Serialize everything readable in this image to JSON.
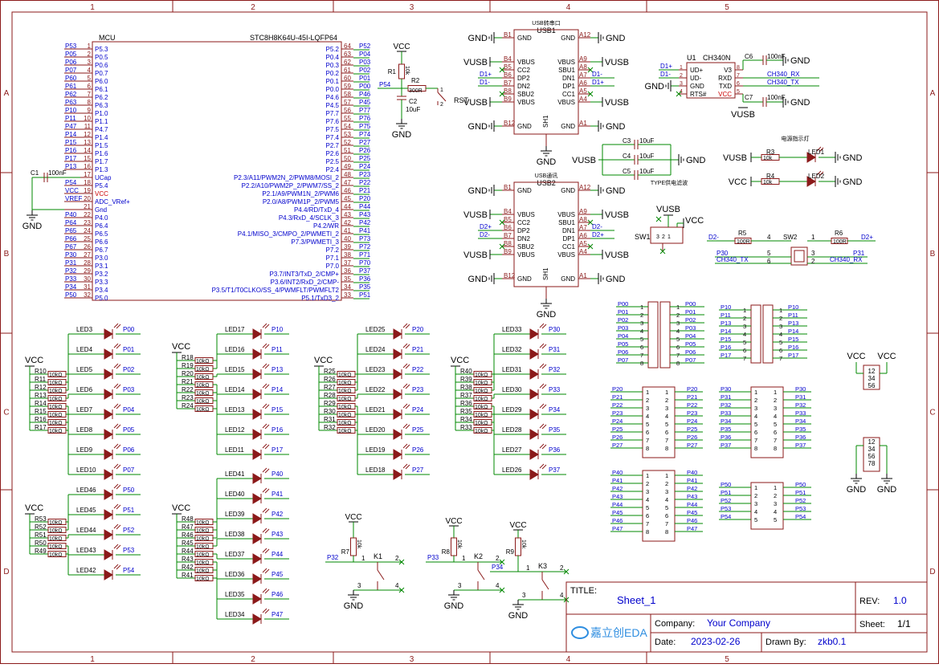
{
  "frame": {
    "columns": [
      "1",
      "2",
      "3",
      "4",
      "5"
    ],
    "rows": [
      "A",
      "B",
      "C",
      "D"
    ]
  },
  "mcu": {
    "title": "MCU",
    "part": "STC8H8K64U-45I-LQFP64",
    "left_pins": [
      {
        "net": "P53",
        "num": "1",
        "name": "P5.3"
      },
      {
        "net": "P05",
        "num": "2",
        "name": "P0.5"
      },
      {
        "net": "P06",
        "num": "3",
        "name": "P0.6"
      },
      {
        "net": "P07",
        "num": "4",
        "name": "P0.7"
      },
      {
        "net": "P60",
        "num": "5",
        "name": "P6.0"
      },
      {
        "net": "P61",
        "num": "6",
        "name": "P6.1"
      },
      {
        "net": "P62",
        "num": "7",
        "name": "P6.2"
      },
      {
        "net": "P63",
        "num": "8",
        "name": "P6.3"
      },
      {
        "net": "P10",
        "num": "9",
        "name": "P1.0"
      },
      {
        "net": "P11",
        "num": "10",
        "name": "P1.1"
      },
      {
        "net": "P47",
        "num": "11",
        "name": "P4.7"
      },
      {
        "net": "P14",
        "num": "12",
        "name": "P1.4"
      },
      {
        "net": "P15",
        "num": "13",
        "name": "P1.5"
      },
      {
        "net": "P16",
        "num": "14",
        "name": "P1.6"
      },
      {
        "net": "P17",
        "num": "15",
        "name": "P1.7"
      },
      {
        "net": "P13",
        "num": "16",
        "name": "P1.3"
      },
      {
        "net": "P54",
        "num": "18",
        "name": "P5.4"
      },
      {
        "net": "VCC",
        "num": "19",
        "name": "VCC"
      },
      {
        "net": "VREF",
        "num": "20",
        "name": "ADC_VRef+"
      },
      {
        "net": "",
        "num": "21",
        "name": "Gnd"
      },
      {
        "net": "P40",
        "num": "22",
        "name": "P4.0"
      },
      {
        "net": "P64",
        "num": "23",
        "name": "P6.4"
      },
      {
        "net": "P65",
        "num": "24",
        "name": "P6.5"
      },
      {
        "net": "P66",
        "num": "25",
        "name": "P6.6"
      },
      {
        "net": "P67",
        "num": "26",
        "name": "P6.7"
      },
      {
        "net": "P30",
        "num": "27",
        "name": "P3.0"
      },
      {
        "net": "P31",
        "num": "28",
        "name": "P3.1"
      },
      {
        "net": "P32",
        "num": "29",
        "name": "P3.2"
      },
      {
        "net": "P33",
        "num": "30",
        "name": "P3.3"
      },
      {
        "net": "P34",
        "num": "31",
        "name": "P3.4"
      },
      {
        "net": "P50",
        "num": "32",
        "name": "P5.0"
      }
    ],
    "ucap_pin": {
      "num": "17",
      "name": "UCap"
    },
    "right_pins": [
      {
        "net": "P52",
        "num": "64",
        "name": "P5.2"
      },
      {
        "net": "P04",
        "num": "63",
        "name": "P0.4"
      },
      {
        "net": "P03",
        "num": "62",
        "name": "P0.3"
      },
      {
        "net": "P02",
        "num": "61",
        "name": "P0.2"
      },
      {
        "net": "P01",
        "num": "60",
        "name": "P0.1"
      },
      {
        "net": "P00",
        "num": "59",
        "name": "P0.0"
      },
      {
        "net": "P46",
        "num": "58",
        "name": "P4.6"
      },
      {
        "net": "P45",
        "num": "57",
        "name": "P4.5"
      },
      {
        "net": "P77",
        "num": "56",
        "name": "P7.7"
      },
      {
        "net": "P76",
        "num": "55",
        "name": "P7.6"
      },
      {
        "net": "P75",
        "num": "54",
        "name": "P7.5"
      },
      {
        "net": "P74",
        "num": "53",
        "name": "P7.4"
      },
      {
        "net": "P27",
        "num": "52",
        "name": "P2.7"
      },
      {
        "net": "P26",
        "num": "51",
        "name": "P2.6"
      },
      {
        "net": "P25",
        "num": "50",
        "name": "P2.5"
      },
      {
        "net": "P24",
        "num": "49",
        "name": "P2.4"
      },
      {
        "net": "P23",
        "num": "48",
        "name": "P2.3/A11/PWM2N_2/PWM8/MOSI_2"
      },
      {
        "net": "P22",
        "num": "47",
        "name": "P2.2/A10/PWM2P_2/PWM7/SS_2"
      },
      {
        "net": "P21",
        "num": "46",
        "name": "P2.1/A9/PWM1N_2/PWM6"
      },
      {
        "net": "P20",
        "num": "45",
        "name": "P2.0/A8/PWM1P_2/PWM5"
      },
      {
        "net": "P44",
        "num": "44",
        "name": "P4.4/RD/TxD_4"
      },
      {
        "net": "P43",
        "num": "43",
        "name": "P4.3/RxD_4/SCLK_3"
      },
      {
        "net": "P42",
        "num": "42",
        "name": "P4.2/WR"
      },
      {
        "net": "P41",
        "num": "41",
        "name": "P4.1/MISO_3/CMPO_2/PWMETI_2"
      },
      {
        "net": "P73",
        "num": "40",
        "name": "P7.3/PWMETI_3"
      },
      {
        "net": "P72",
        "num": "39",
        "name": "P7.2"
      },
      {
        "net": "P71",
        "num": "38",
        "name": "P7.1"
      },
      {
        "net": "P70",
        "num": "37",
        "name": "P7.0"
      },
      {
        "net": "P37",
        "num": "36",
        "name": "P3.7/INT3/TxD_2/CMP+"
      },
      {
        "net": "P36",
        "num": "35",
        "name": "P3.6/INT2/RxD_2/CMP-"
      },
      {
        "net": "P35",
        "num": "34",
        "name": "P3.5/T1/T0CLKO/SS_4/PWMFLT/PWMFLT2"
      },
      {
        "net": "P51",
        "num": "33",
        "name": "P5.1/TxD3_2"
      }
    ],
    "c1": {
      "ref": "C1",
      "value": "100nF"
    },
    "gnd": "GND"
  },
  "reset": {
    "vcc": "VCC",
    "r1": "R1",
    "r1_val": "10k",
    "r2": "R2",
    "r2_val": "300R",
    "c2": "C2",
    "c2_val": "10uF",
    "net": "P54",
    "sw_label": "RST",
    "pin1": "1",
    "pin2": "2",
    "gnd": "GND"
  },
  "usb1": {
    "caption": "USB转串口",
    "ref": "USB1",
    "sh": "SH1",
    "gnd": "GND",
    "left": [
      {
        "num": "B1",
        "name": "GND",
        "net": "GND"
      },
      {
        "num": "B4",
        "name": "VBUS",
        "net": "VUSB"
      },
      {
        "num": "B5",
        "name": "CC2",
        "net": ""
      },
      {
        "num": "B6",
        "name": "DP2",
        "net": "D1+"
      },
      {
        "num": "B7",
        "name": "DN2",
        "net": "D1-"
      },
      {
        "num": "B8",
        "name": "SBU2",
        "net": ""
      },
      {
        "num": "B9",
        "name": "VBUS",
        "net": "VUSB"
      },
      {
        "num": "B12",
        "name": "GND",
        "net": "GND"
      }
    ],
    "right": [
      {
        "num": "A12",
        "name": "GND",
        "net": "GND"
      },
      {
        "num": "A9",
        "name": "VBUS",
        "net": "VUSB"
      },
      {
        "num": "A8",
        "name": "SBU1",
        "net": ""
      },
      {
        "num": "A7",
        "name": "DN1",
        "net": "D1-"
      },
      {
        "num": "A6",
        "name": "DP1",
        "net": "D1+"
      },
      {
        "num": "A5",
        "name": "CC1",
        "net": ""
      },
      {
        "num": "A4",
        "name": "VBUS",
        "net": "VUSB"
      },
      {
        "num": "A1",
        "name": "GND",
        "net": "GND"
      }
    ]
  },
  "usb2": {
    "caption": "USB通讯",
    "ref": "USB2",
    "sh": "SH1",
    "gnd": "GND",
    "left": [
      {
        "num": "B1",
        "name": "GND",
        "net": "GND"
      },
      {
        "num": "B4",
        "name": "VBUS",
        "net": "VUSB"
      },
      {
        "num": "B5",
        "name": "CC2",
        "net": ""
      },
      {
        "num": "B6",
        "name": "DP2",
        "net": "D2+"
      },
      {
        "num": "B7",
        "name": "DN2",
        "net": "D2-"
      },
      {
        "num": "B8",
        "name": "SBU2",
        "net": ""
      },
      {
        "num": "B9",
        "name": "VBUS",
        "net": "VUSB"
      },
      {
        "num": "B12",
        "name": "GND",
        "net": "GND"
      }
    ],
    "right": [
      {
        "num": "A12",
        "name": "GND",
        "net": "GND"
      },
      {
        "num": "A9",
        "name": "VBUS",
        "net": "VUSB"
      },
      {
        "num": "A8",
        "name": "SBU1",
        "net": ""
      },
      {
        "num": "A7",
        "name": "DN1",
        "net": "D2-"
      },
      {
        "num": "A6",
        "name": "DP1",
        "net": "D2+"
      },
      {
        "num": "A5",
        "name": "CC1",
        "net": ""
      },
      {
        "num": "A4",
        "name": "VBUS",
        "net": "VUSB"
      },
      {
        "num": "A1",
        "name": "GND",
        "net": "GND"
      }
    ]
  },
  "ch340": {
    "ref": "U1",
    "part": "CH340N",
    "gnd": "GND",
    "left": [
      {
        "num": "1",
        "name": "UD+",
        "net": "D1+"
      },
      {
        "num": "2",
        "name": "UD-",
        "net": "D1-"
      },
      {
        "num": "3",
        "name": "GND",
        "net": "GND"
      },
      {
        "num": "4",
        "name": "RTS#",
        "net": ""
      }
    ],
    "right": [
      {
        "num": "8",
        "name": "V3",
        "net": ""
      },
      {
        "num": "7",
        "name": "RXD",
        "net": "CH340_RX"
      },
      {
        "num": "6",
        "name": "TXD",
        "net": "CH340_TX"
      },
      {
        "num": "5",
        "name": "VCC",
        "net": ""
      }
    ],
    "c6": "C6",
    "c6_val": "100nF",
    "c7": "C7",
    "c7_val": "100nF",
    "vusb": "VUSB"
  },
  "filter": {
    "caption": "TYPE供电滤波",
    "vusb": "VUSB",
    "gnd": "GND",
    "caps": [
      {
        "ref": "C3",
        "val": "10uF"
      },
      {
        "ref": "C4",
        "val": "10uF"
      },
      {
        "ref": "C5",
        "val": "10uF"
      }
    ]
  },
  "power_led": {
    "caption": "电源指示灯",
    "gnd": "GND",
    "rows": [
      {
        "src": "VUSB",
        "r": "R3",
        "rv": "10k",
        "led": "LED1"
      },
      {
        "src": "VCC",
        "r": "R4",
        "rv": "10k",
        "led": "LED2"
      }
    ]
  },
  "sw1": {
    "ref": "SW1",
    "vusb": "VUSB",
    "vcc": "VCC",
    "pins": [
      "3",
      "2",
      "1"
    ]
  },
  "sw2": {
    "ref": "SW2",
    "r5": "R5",
    "r5v": "100R",
    "r6": "R6",
    "r6v": "100R",
    "d_left": "D2-",
    "d_right": "D2+",
    "p30": "P30",
    "p31": "P31",
    "tx": "CH340_TX",
    "rx": "CH340_RX",
    "pins": [
      "4",
      "1",
      "5",
      "6",
      "3",
      "2"
    ]
  },
  "led_groups": [
    {
      "vcc": "VCC",
      "res": [
        "R10",
        "R11",
        "R12",
        "R13",
        "R14",
        "R15",
        "R16",
        "R17"
      ],
      "leds": [
        "LED3",
        "LED4",
        "LED5",
        "LED6",
        "LED7",
        "LED8",
        "LED9",
        "LED10"
      ],
      "nets": [
        "P00",
        "P01",
        "P02",
        "P03",
        "P04",
        "P05",
        "P06",
        "P07"
      ]
    },
    {
      "vcc": "VCC",
      "res": [
        "R18",
        "R19",
        "R20",
        "R21",
        "R22",
        "R23",
        "R24"
      ],
      "leds": [
        "LED17",
        "LED16",
        "LED15",
        "LED14",
        "LED13",
        "LED12",
        "LED11"
      ],
      "nets": [
        "P10",
        "P11",
        "P13",
        "P14",
        "P15",
        "P16",
        "P17"
      ]
    },
    {
      "vcc": "VCC",
      "res": [
        "R25",
        "R26",
        "R27",
        "R28",
        "R29",
        "R30",
        "R31",
        "R32"
      ],
      "leds": [
        "LED25",
        "LED24",
        "LED23",
        "LED22",
        "LED21",
        "LED20",
        "LED19",
        "LED18"
      ],
      "nets": [
        "P20",
        "P21",
        "P22",
        "P23",
        "P24",
        "P25",
        "P26",
        "P27"
      ]
    },
    {
      "vcc": "VCC",
      "res": [
        "R40",
        "R39",
        "R38",
        "R37",
        "R36",
        "R35",
        "R34",
        "R33"
      ],
      "leds": [
        "LED33",
        "LED32",
        "LED31",
        "LED30",
        "LED29",
        "LED28",
        "LED27",
        "LED26"
      ],
      "nets": [
        "P30",
        "P31",
        "P32",
        "P33",
        "P34",
        "P35",
        "P36",
        "P37"
      ]
    },
    {
      "vcc": "VCC",
      "res": [
        "R53",
        "R52",
        "R51",
        "R50",
        "R49"
      ],
      "leds": [
        "LED46",
        "LED45",
        "LED44",
        "LED43",
        "LED42"
      ],
      "nets": [
        "P50",
        "P51",
        "P52",
        "P53",
        "P54"
      ]
    },
    {
      "vcc": "VCC",
      "res": [
        "R48",
        "R47",
        "R46",
        "R45",
        "R44",
        "R43",
        "R42",
        "R41"
      ],
      "leds": [
        "LED41",
        "LED40",
        "LED39",
        "LED38",
        "LED37",
        "LED36",
        "LED35",
        "LED34"
      ],
      "nets": [
        "P40",
        "P41",
        "P42",
        "P43",
        "P44",
        "P45",
        "P46",
        "P47"
      ]
    }
  ],
  "res_value": "10kΩ",
  "headers": [
    {
      "nets": [
        "P00",
        "P01",
        "P02",
        "P03",
        "P04",
        "P05",
        "P06",
        "P07"
      ],
      "rows": 8
    },
    {
      "nets": [
        "P10",
        "P11",
        "P13",
        "P14",
        "P15",
        "P16",
        "P17"
      ],
      "rows": 7
    },
    {
      "nets": [
        "P20",
        "P21",
        "P22",
        "P23",
        "P24",
        "P25",
        "P26",
        "P27"
      ],
      "rows": 8
    },
    {
      "nets": [
        "P30",
        "P31",
        "P32",
        "P33",
        "P34",
        "P35",
        "P36",
        "P37"
      ],
      "rows": 8
    },
    {
      "nets": [
        "P40",
        "P41",
        "P42",
        "P43",
        "P44",
        "P45",
        "P46",
        "P47"
      ],
      "rows": 8
    },
    {
      "nets": [
        "P50",
        "P51",
        "P52",
        "P53",
        "P54"
      ],
      "rows": 5
    }
  ],
  "power_headers": {
    "vcc": "VCC",
    "gnd": "GND",
    "pins_a": [
      "12",
      "34",
      "56"
    ],
    "pins_b": [
      "12",
      "34",
      "56",
      "78"
    ]
  },
  "keys": [
    {
      "ref": "K1",
      "r": "R7",
      "rv": "10k",
      "net": "P32",
      "vcc": "VCC",
      "gnd": "GND",
      "pins": [
        "1",
        "2",
        "3",
        "4"
      ]
    },
    {
      "ref": "K2",
      "r": "R8",
      "rv": "10k",
      "net": "P33",
      "vcc": "VCC",
      "gnd": "GND",
      "pins": [
        "1",
        "2",
        "3",
        "4"
      ]
    },
    {
      "ref": "K3",
      "r": "R9",
      "rv": "10k",
      "net": "P34",
      "vcc": "VCC",
      "gnd": "GND",
      "pins": [
        "1",
        "2",
        "3",
        "4"
      ]
    }
  ],
  "title_block": {
    "title_label": "TITLE:",
    "title": "Sheet_1",
    "rev_label": "REV:",
    "rev": "1.0",
    "company_label": "Company:",
    "company": "Your Company",
    "sheet_label": "Sheet:",
    "sheet": "1/1",
    "date_label": "Date:",
    "date": "2023-02-26",
    "drawn_label": "Drawn By:",
    "drawn": "zkb0.1",
    "logo": "嘉立创EDA"
  },
  "colors": {
    "frame": "#8b1a1a",
    "body": "#8b1a1a",
    "wire": "#008800",
    "net": "#0000cc",
    "pin": "#8b1a1a",
    "text": "#000000",
    "power": "#000000"
  }
}
